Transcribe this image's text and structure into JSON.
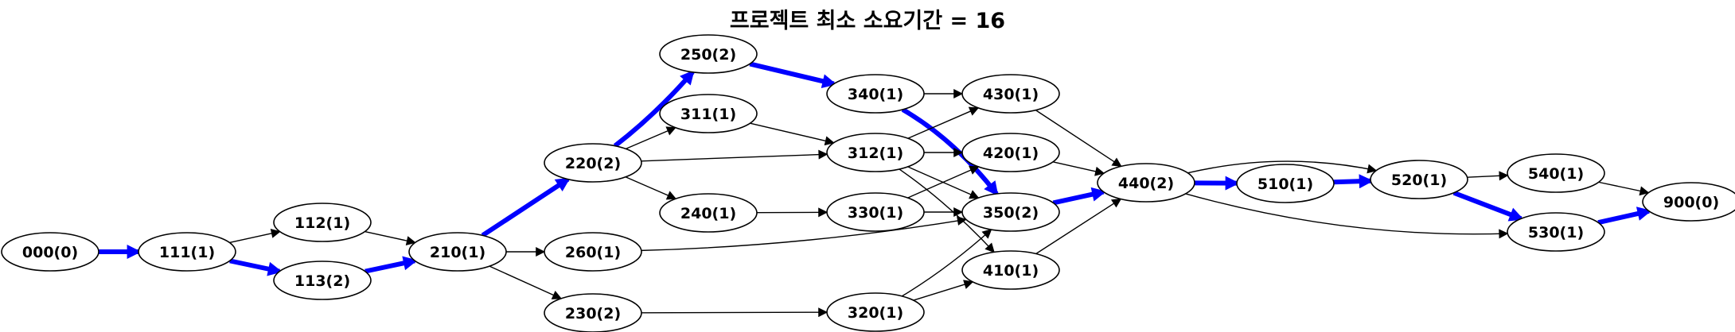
{
  "title": "프로젝트 최소 소요기간 = 16",
  "critical_color": "#0000ff",
  "normal_color": "#000000",
  "project_min_duration": 16,
  "nodes": [
    {
      "id": "000",
      "label": "000(0)",
      "duration": 0
    },
    {
      "id": "111",
      "label": "111(1)",
      "duration": 1
    },
    {
      "id": "112",
      "label": "112(1)",
      "duration": 1
    },
    {
      "id": "113",
      "label": "113(2)",
      "duration": 2
    },
    {
      "id": "210",
      "label": "210(1)",
      "duration": 1
    },
    {
      "id": "220",
      "label": "220(2)",
      "duration": 2
    },
    {
      "id": "250",
      "label": "250(2)",
      "duration": 2
    },
    {
      "id": "311",
      "label": "311(1)",
      "duration": 1
    },
    {
      "id": "240",
      "label": "240(1)",
      "duration": 1
    },
    {
      "id": "260",
      "label": "260(1)",
      "duration": 1
    },
    {
      "id": "230",
      "label": "230(2)",
      "duration": 2
    },
    {
      "id": "340",
      "label": "340(1)",
      "duration": 1
    },
    {
      "id": "312",
      "label": "312(1)",
      "duration": 1
    },
    {
      "id": "330",
      "label": "330(1)",
      "duration": 1
    },
    {
      "id": "320",
      "label": "320(1)",
      "duration": 1
    },
    {
      "id": "430",
      "label": "430(1)",
      "duration": 1
    },
    {
      "id": "420",
      "label": "420(1)",
      "duration": 1
    },
    {
      "id": "350",
      "label": "350(2)",
      "duration": 2
    },
    {
      "id": "410",
      "label": "410(1)",
      "duration": 1
    },
    {
      "id": "440",
      "label": "440(2)",
      "duration": 2
    },
    {
      "id": "510",
      "label": "510(1)",
      "duration": 1
    },
    {
      "id": "520",
      "label": "520(1)",
      "duration": 1
    },
    {
      "id": "540",
      "label": "540(1)",
      "duration": 1
    },
    {
      "id": "530",
      "label": "530(1)",
      "duration": 1
    },
    {
      "id": "900",
      "label": "900(0)",
      "duration": 0
    }
  ],
  "edges": [
    {
      "from": "000",
      "to": "111",
      "critical": true
    },
    {
      "from": "111",
      "to": "112",
      "critical": false
    },
    {
      "from": "111",
      "to": "113",
      "critical": true
    },
    {
      "from": "112",
      "to": "210",
      "critical": false
    },
    {
      "from": "113",
      "to": "210",
      "critical": true
    },
    {
      "from": "210",
      "to": "220",
      "critical": true
    },
    {
      "from": "210",
      "to": "260",
      "critical": false
    },
    {
      "from": "210",
      "to": "230",
      "critical": false
    },
    {
      "from": "220",
      "to": "250",
      "critical": true
    },
    {
      "from": "220",
      "to": "311",
      "critical": false
    },
    {
      "from": "220",
      "to": "312",
      "critical": false
    },
    {
      "from": "220",
      "to": "240",
      "critical": false
    },
    {
      "from": "250",
      "to": "340",
      "critical": true
    },
    {
      "from": "311",
      "to": "312",
      "critical": false
    },
    {
      "from": "240",
      "to": "330",
      "critical": false
    },
    {
      "from": "260",
      "to": "350",
      "critical": false
    },
    {
      "from": "230",
      "to": "320",
      "critical": false
    },
    {
      "from": "340",
      "to": "430",
      "critical": false
    },
    {
      "from": "340",
      "to": "350",
      "critical": true
    },
    {
      "from": "312",
      "to": "430",
      "critical": false
    },
    {
      "from": "312",
      "to": "420",
      "critical": false
    },
    {
      "from": "312",
      "to": "350",
      "critical": false
    },
    {
      "from": "312",
      "to": "410",
      "critical": false
    },
    {
      "from": "330",
      "to": "420",
      "critical": false
    },
    {
      "from": "330",
      "to": "350",
      "critical": false
    },
    {
      "from": "320",
      "to": "350",
      "critical": false
    },
    {
      "from": "320",
      "to": "410",
      "critical": false
    },
    {
      "from": "430",
      "to": "440",
      "critical": false
    },
    {
      "from": "420",
      "to": "440",
      "critical": false
    },
    {
      "from": "350",
      "to": "440",
      "critical": true
    },
    {
      "from": "410",
      "to": "440",
      "critical": false
    },
    {
      "from": "440",
      "to": "510",
      "critical": true
    },
    {
      "from": "440",
      "to": "520",
      "critical": false
    },
    {
      "from": "440",
      "to": "530",
      "critical": false
    },
    {
      "from": "510",
      "to": "520",
      "critical": true
    },
    {
      "from": "520",
      "to": "540",
      "critical": false
    },
    {
      "from": "520",
      "to": "530",
      "critical": true
    },
    {
      "from": "540",
      "to": "900",
      "critical": false
    },
    {
      "from": "530",
      "to": "900",
      "critical": true
    }
  ]
}
